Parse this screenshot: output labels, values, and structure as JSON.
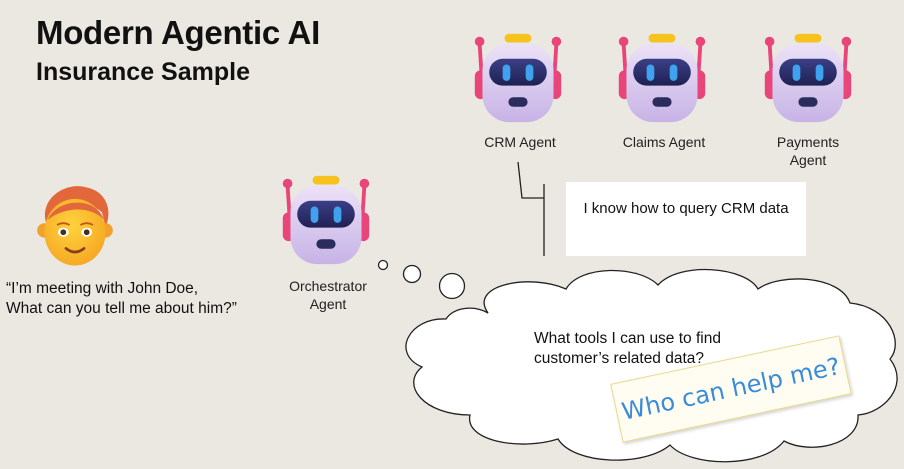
{
  "title": {
    "main": "Modern Agentic AI",
    "sub": "Insurance Sample"
  },
  "agents": {
    "crm": "CRM Agent",
    "claims": "Claims Agent",
    "payments_line1": "Payments",
    "payments_line2": "Agent",
    "orchestrator_line1": "Orchestrator",
    "orchestrator_line2": "Agent"
  },
  "user_quote": "“I’m meeting with John Doe,\nWhat can you tell me about him?”",
  "crm_reply": "I know how to query CRM data",
  "thought": "What tools I can use to find\ncustomer’s related data?",
  "sticky_note": "Who can help me?",
  "icons": {
    "agent": "robot-icon",
    "user": "person-icon"
  },
  "colors": {
    "background": "#ebe7e1",
    "robot_body": "#d9c9ee",
    "robot_visor": "#2c2f6e",
    "robot_eyes": "#3fa2ef",
    "antenna": "#e8457a",
    "antenna_cap": "#f5c21e",
    "note_text": "#3a8bd8"
  }
}
